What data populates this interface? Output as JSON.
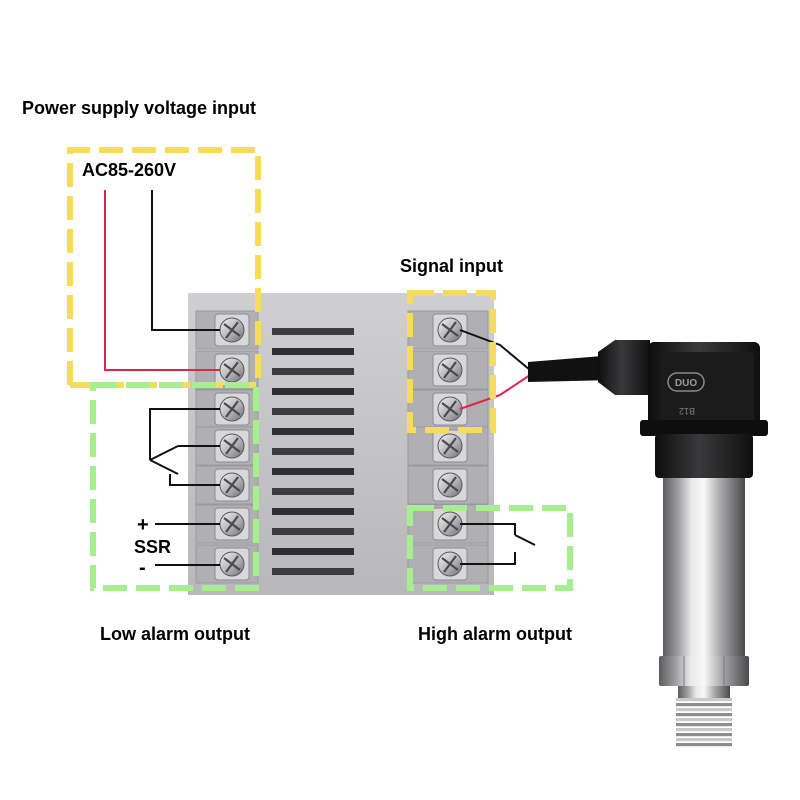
{
  "labels": {
    "power_supply": "Power supply voltage input",
    "voltage": "AC85-260V",
    "signal_input": "Signal input",
    "low_alarm": "Low alarm output",
    "high_alarm": "High alarm output",
    "ssr": "SSR",
    "plus": "+",
    "minus": "-"
  },
  "sensor": {
    "brand_mark": "DUO",
    "connector_code": "B12"
  },
  "colors": {
    "power_outline": "#f7dc5c",
    "alarm_outline": "#a6ef8e",
    "live_wire": "#e0234a",
    "neutral_wire": "#111111",
    "controller_body": "#c3c3c5"
  }
}
